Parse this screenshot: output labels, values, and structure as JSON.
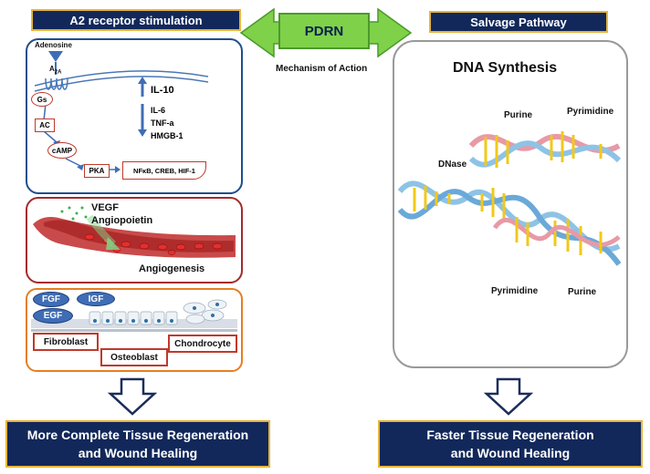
{
  "left_title": "A2 receptor stimulation",
  "right_title": "Salvage Pathway",
  "center": {
    "pdrn": "PDRN",
    "mechanism": "Mechanism of Action"
  },
  "signaling": {
    "adenosine": "Adenosine",
    "receptor": "A",
    "receptor_sub": "2A",
    "gs": "Gs",
    "ac": "AC",
    "camp": "cAMP",
    "pka": "PKA",
    "targets": "NFκB, CREB, HIF-1",
    "up_list": [
      "IL-10"
    ],
    "down_list": [
      "IL-6",
      "TNF-a",
      "HMGB-1"
    ]
  },
  "angio": {
    "vegf": "VEGF",
    "angiopoietin": "Angiopoietin",
    "angiogenesis": "Angiogenesis"
  },
  "tissue": {
    "factors": [
      "FGF",
      "IGF",
      "EGF"
    ],
    "fibroblast": "Fibroblast",
    "osteoblast": "Osteoblast",
    "chondrocyte": "Chondrocyte"
  },
  "dna": {
    "title": "DNA Synthesis",
    "dnase": "DNase",
    "purine_top": "Purine",
    "pyrimidine_top": "Pyrimidine",
    "pyrimidine_bottom": "Pyrimidine",
    "purine_bottom": "Purine"
  },
  "outcomes": {
    "left_line1": "More Complete Tissue Regeneration",
    "left_line2": "and Wound Healing",
    "right_line1": "Faster Tissue Regeneration",
    "right_line2": "and Wound Healing"
  },
  "colors": {
    "navy": "#12285a",
    "gold": "#e8b43a",
    "green": "#7fd14a",
    "red": "#c0392b",
    "blue_border": "#1f4e8c",
    "orange": "#e67e22"
  }
}
